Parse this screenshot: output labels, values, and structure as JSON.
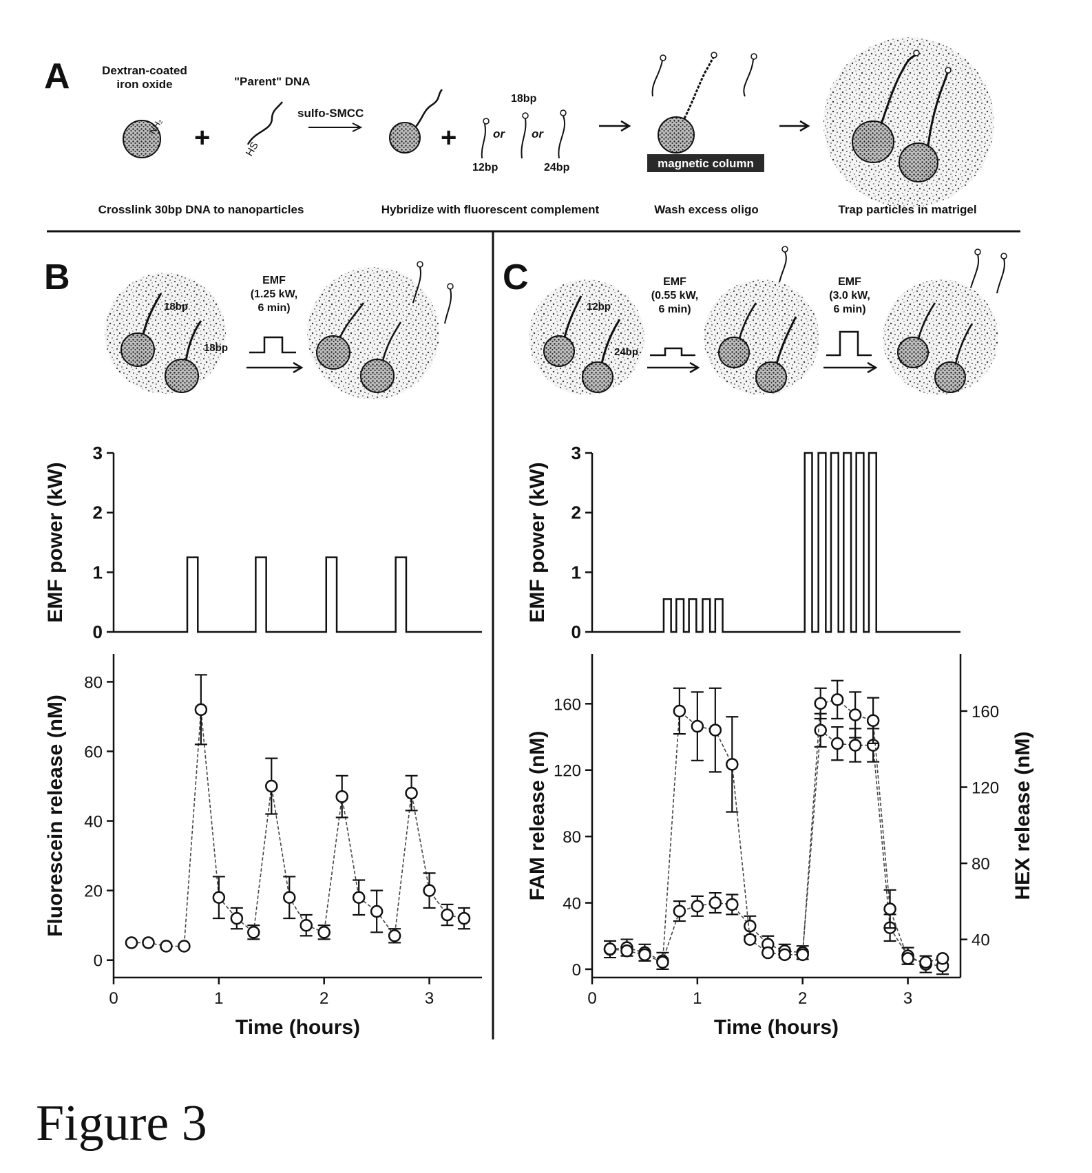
{
  "panel_a": {
    "letter": "A",
    "label_dextran_line1": "Dextran-coated",
    "label_dextran_line2": "iron oxide",
    "label_nh2": "NH₂",
    "label_parent": "\"Parent\" DNA",
    "label_hs": "HS",
    "label_reagent": "sulfo-SMCC",
    "label_or1": "or",
    "label_or2": "or",
    "label_12bp": "12bp",
    "label_18bp": "18bp",
    "label_24bp": "24bp",
    "label_column": "magnetic column",
    "step1": "Crosslink 30bp DNA to nanoparticles",
    "step2": "Hybridize with fluorescent complement",
    "step3": "Wash excess oligo",
    "step4": "Trap particles in matrigel"
  },
  "panel_b": {
    "letter": "B",
    "emf_line1": "EMF",
    "emf_line2": "(1.25 kW,",
    "emf_line3": "6 min)",
    "label_18bp_a": "18bp",
    "label_18bp_b": "18bp"
  },
  "panel_c": {
    "letter": "C",
    "emf1_line1": "EMF",
    "emf1_line2": "(0.55 kW,",
    "emf1_line3": "6 min)",
    "emf2_line1": "EMF",
    "emf2_line2": "(3.0 kW,",
    "emf2_line3": "6 min)",
    "label_12bp": "12bp",
    "label_24bp": "24bp"
  },
  "chart_data": [
    {
      "id": "B-power",
      "type": "line",
      "ylabel": "EMF power (kW)",
      "ylim": [
        0,
        3
      ],
      "yticks": [
        0,
        1,
        2,
        3
      ],
      "xlim": [
        0,
        3.5
      ],
      "pulses": [
        [
          0.7,
          0.8
        ],
        [
          1.35,
          1.45
        ],
        [
          2.02,
          2.12
        ],
        [
          2.68,
          2.78
        ]
      ],
      "level": 1.25
    },
    {
      "id": "B-release",
      "type": "scatter",
      "xlabel": "Time (hours)",
      "ylabel": "Fluorescein release (nM)",
      "ylim": [
        -5,
        88
      ],
      "yticks": [
        0,
        20,
        40,
        60,
        80
      ],
      "xlim": [
        0,
        3.5
      ],
      "xticks": [
        0,
        1,
        2,
        3
      ],
      "series": [
        {
          "x": [
            0.17,
            0.33,
            0.5,
            0.67,
            0.83,
            1.0,
            1.17,
            1.33,
            1.5,
            1.67,
            1.83,
            2.0,
            2.17,
            2.33,
            2.5,
            2.67,
            2.83,
            3.0,
            3.17,
            3.33
          ],
          "y": [
            5,
            5,
            4,
            4,
            72,
            18,
            12,
            8,
            50,
            18,
            10,
            8,
            47,
            18,
            14,
            7,
            48,
            20,
            13,
            12
          ],
          "err": [
            0,
            0,
            0,
            0,
            10,
            6,
            3,
            2,
            8,
            6,
            3,
            2,
            6,
            5,
            6,
            2,
            5,
            5,
            3,
            3
          ]
        }
      ]
    },
    {
      "id": "C-power",
      "type": "line",
      "ylabel": "EMF power (kW)",
      "ylim": [
        0,
        3
      ],
      "yticks": [
        0,
        1,
        2,
        3
      ],
      "xlim": [
        0,
        3.5
      ],
      "pulses_low": [
        [
          0.68,
          0.75
        ],
        [
          0.8,
          0.87
        ],
        [
          0.92,
          0.99
        ],
        [
          1.05,
          1.12
        ],
        [
          1.17,
          1.24
        ]
      ],
      "level_low": 0.55,
      "pulses_high": [
        [
          2.02,
          2.09
        ],
        [
          2.15,
          2.22
        ],
        [
          2.27,
          2.34
        ],
        [
          2.39,
          2.46
        ],
        [
          2.51,
          2.58
        ],
        [
          2.63,
          2.7
        ]
      ],
      "level_high": 3.0
    },
    {
      "id": "C-release",
      "type": "scatter",
      "xlabel": "Time (hours)",
      "ylabel": "FAM release (nM)",
      "ylabel_right": "HEX release (nM)",
      "ylim": [
        -5,
        190
      ],
      "yticks": [
        0,
        40,
        80,
        120,
        160
      ],
      "ylim_right": [
        20,
        190
      ],
      "yticks_right": [
        40,
        80,
        120,
        160
      ],
      "xlim": [
        0,
        3.5
      ],
      "xticks": [
        0,
        1,
        2,
        3
      ],
      "series": [
        {
          "x": [
            0.17,
            0.33,
            0.5,
            0.67,
            0.83,
            1.0,
            1.17,
            1.33,
            1.5,
            1.67,
            1.83,
            2.0,
            2.17,
            2.33,
            2.5,
            2.67,
            2.83,
            3.0,
            3.17,
            3.33
          ],
          "y": [
            12,
            13,
            10,
            5,
            35,
            38,
            40,
            39,
            26,
            15,
            11,
            10,
            144,
            136,
            135,
            135,
            25,
            8,
            3,
            2
          ],
          "err": [
            5,
            5,
            5,
            5,
            6,
            6,
            6,
            6,
            6,
            5,
            4,
            4,
            10,
            10,
            10,
            10,
            8,
            5,
            5,
            5
          ]
        },
        {
          "x": [
            0.17,
            0.33,
            0.5,
            0.67,
            0.83,
            1.0,
            1.17,
            1.33,
            1.5,
            1.67,
            1.83,
            2.0,
            2.17,
            2.33,
            2.5,
            2.67,
            2.83,
            3.0,
            3.17,
            3.33
          ],
          "y": [
            35,
            34,
            32,
            28,
            160,
            152,
            150,
            132,
            40,
            33,
            32,
            32,
            164,
            166,
            158,
            155,
            56,
            30,
            28,
            30
          ],
          "err": [
            0,
            0,
            0,
            0,
            12,
            18,
            22,
            25,
            0,
            0,
            0,
            0,
            8,
            10,
            12,
            12,
            10,
            0,
            0,
            0
          ]
        }
      ]
    }
  ],
  "caption": "Figure 3"
}
